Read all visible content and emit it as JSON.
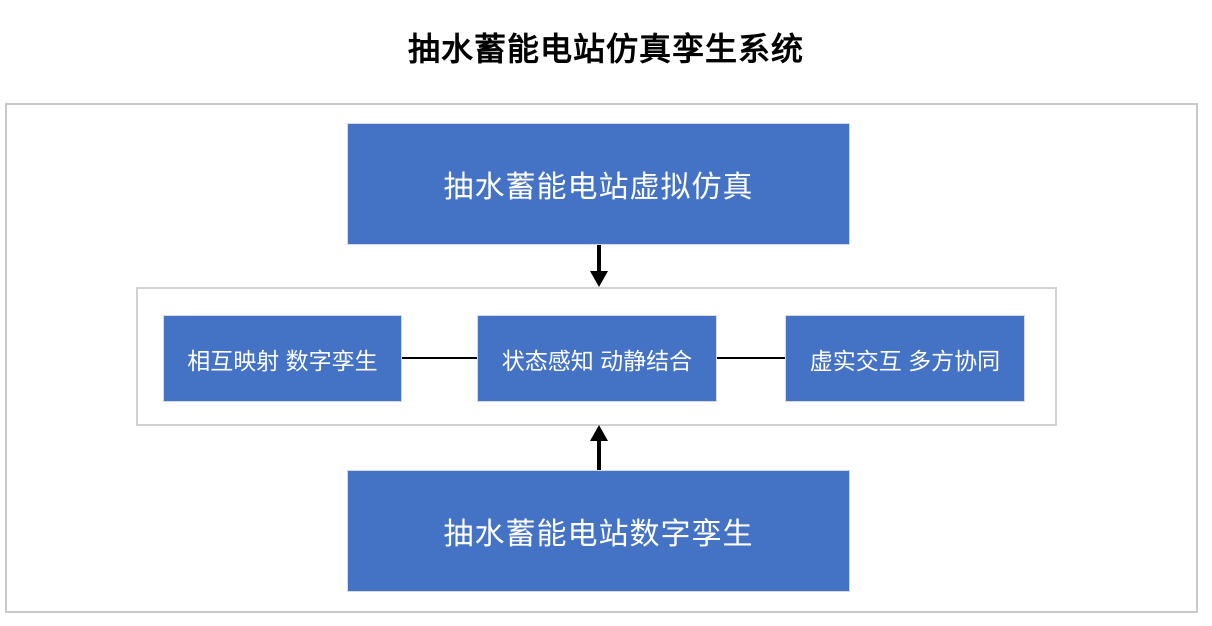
{
  "title": "抽水蓄能电站仿真孪生系统",
  "colors": {
    "node_fill": "#4472c4",
    "node_text": "#ffffff",
    "outer_border": "#c9c9c9",
    "inner_border": "#d2d2d2",
    "arrow": "#000000"
  },
  "diagram": {
    "top_node": {
      "label": "抽水蓄能电站虚拟仿真"
    },
    "middle_nodes": [
      {
        "label": "相互映射 数字孪生"
      },
      {
        "label": "状态感知 动静结合"
      },
      {
        "label": "虚实交互 多方协同"
      }
    ],
    "bottom_node": {
      "label": "抽水蓄能电站数字孪生"
    }
  }
}
